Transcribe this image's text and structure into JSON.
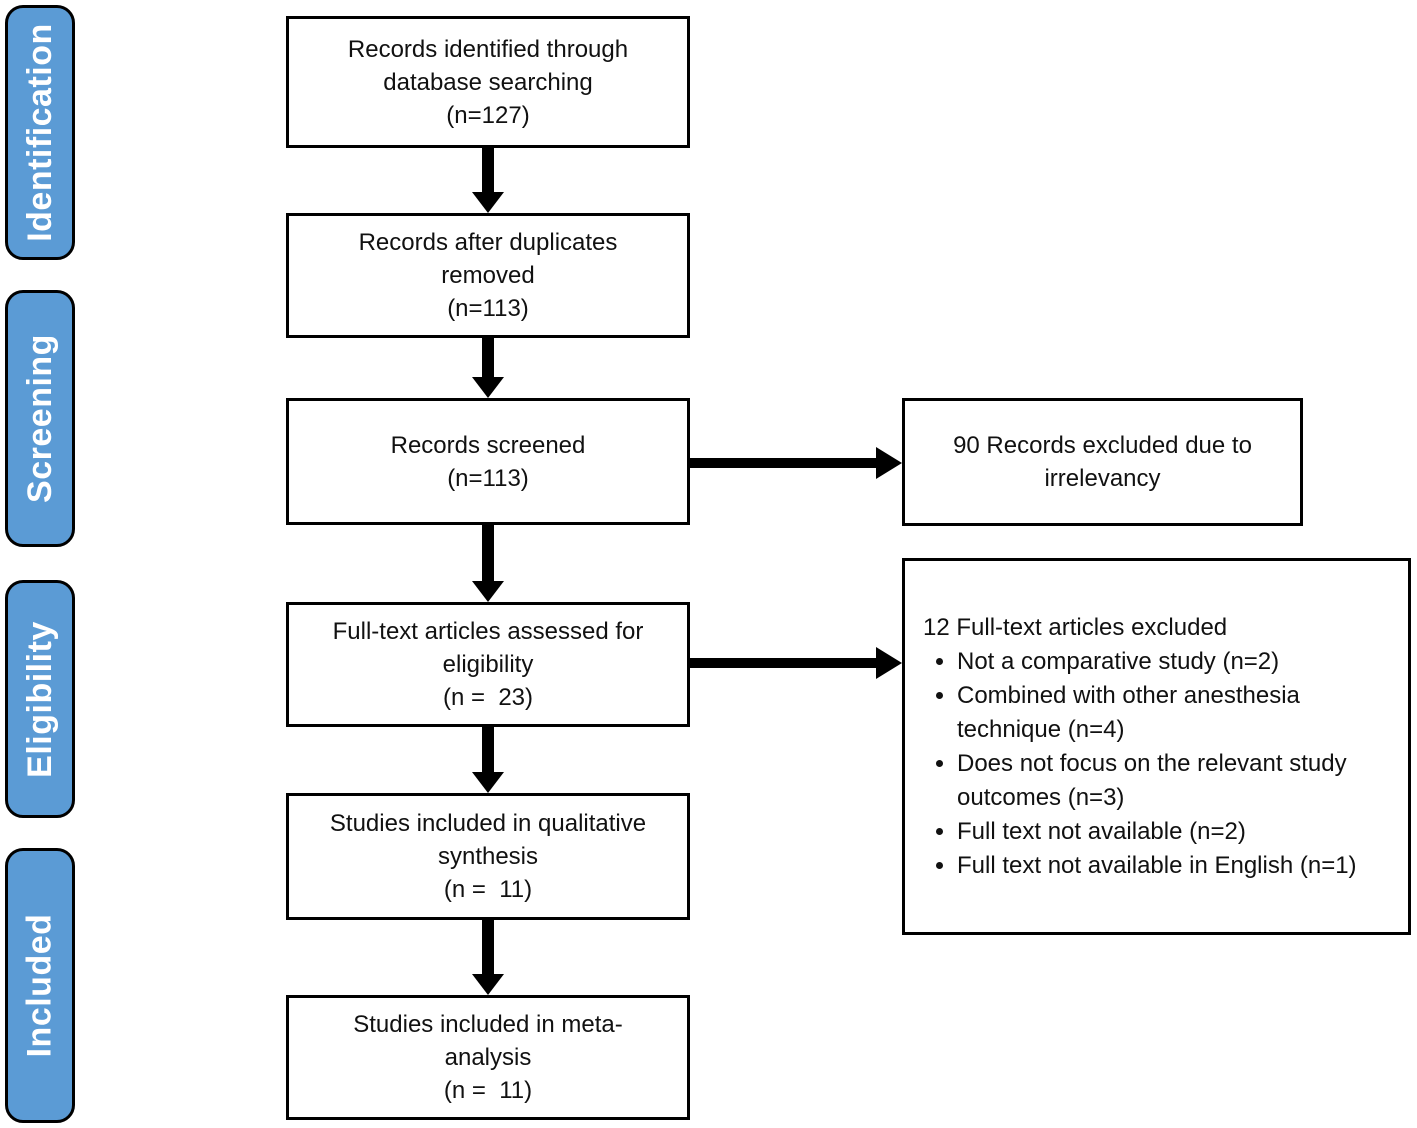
{
  "stages": {
    "identification": "Identification",
    "screening": "Screening",
    "eligibility": "Eligibility",
    "included": "Included"
  },
  "flow": {
    "records_identified": "Records identified through\ndatabase searching\n(n=127)",
    "duplicates_removed": "Records after duplicates\nremoved\n(n=113)",
    "records_screened": "Records screened\n(n=113)",
    "fulltext_assessed": "Full-text articles assessed for\neligibility\n(n =  23)",
    "qualitative_synthesis": "Studies included in qualitative\nsynthesis\n(n =  11)",
    "meta_analysis": "Studies included in meta-\nanalysis\n(n =  11)"
  },
  "exclusions": {
    "records_excluded": "90 Records excluded due to\nirrelevancy",
    "fulltext_excluded_heading": "12 Full-text articles excluded",
    "fulltext_excluded_items": [
      "Not a comparative study (n=2)",
      "Combined with other anesthesia technique (n=4)",
      "Does not focus on the relevant study outcomes (n=3)",
      "Full text not available (n=2)",
      "Full text not available in English (n=1)"
    ]
  },
  "colors": {
    "stage_fill": "#5b9bd5",
    "stage_text": "#ffffff",
    "box_border": "#000000",
    "box_text": "#111111",
    "arrow": "#000000",
    "bg": "#ffffff"
  }
}
